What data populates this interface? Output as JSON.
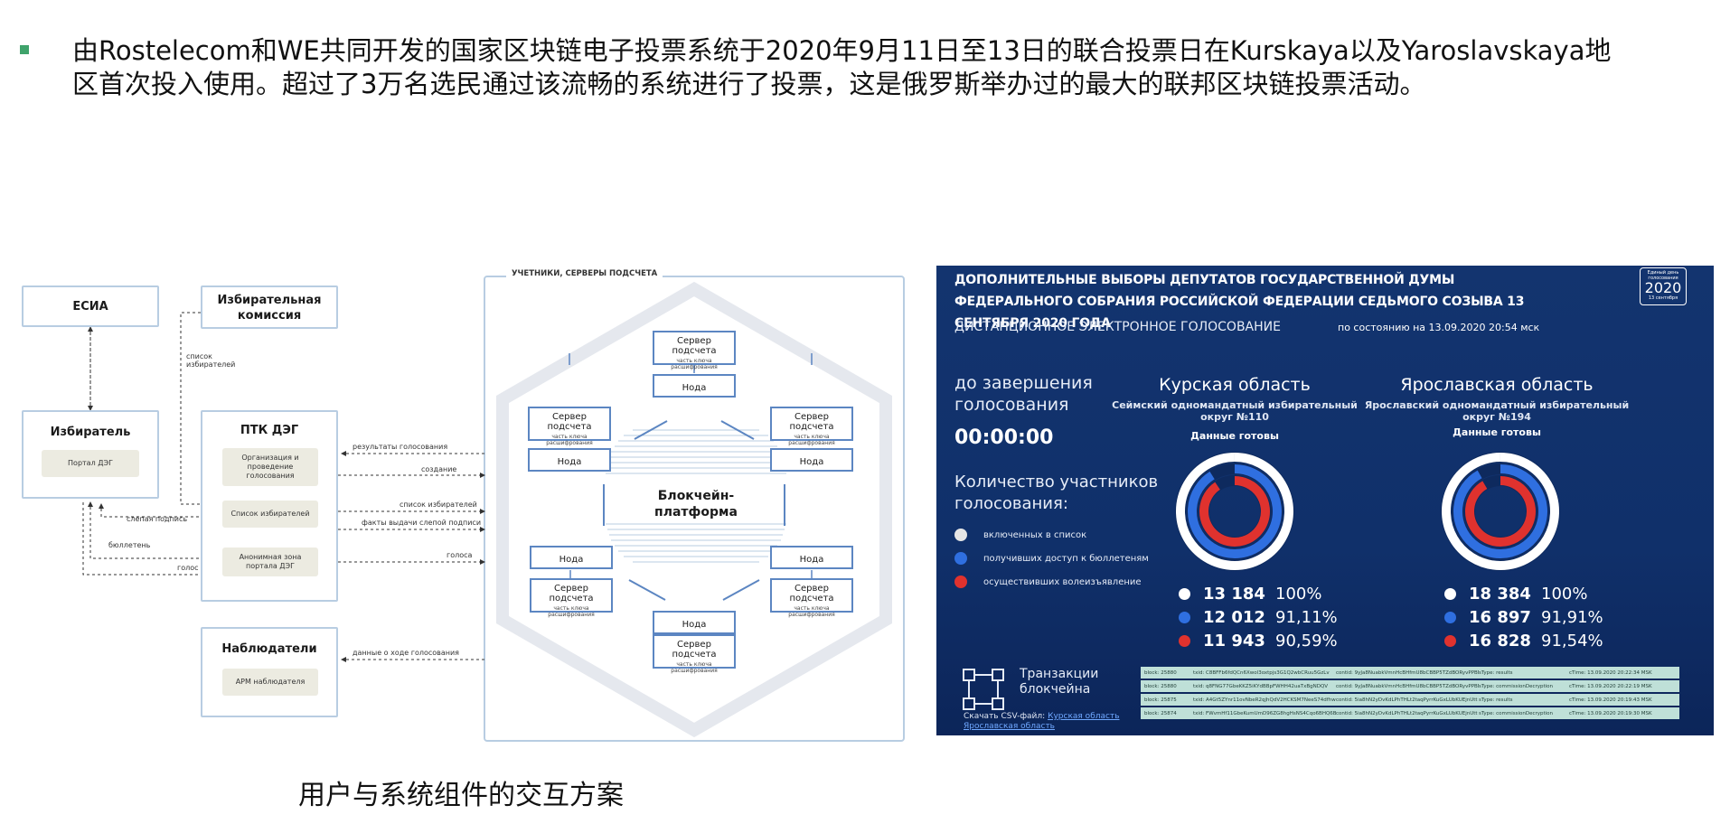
{
  "intro": {
    "text": "由Rostelecom和WE共同开发的国家区块链电子投票系统于2020年9月11日至13日的联合投票日在Kurskaya以及Yaroslavskaya地区首次投入使用。超过了3万名选民通过该流畅的系统进行了投票，这是俄罗斯举办过的最大的联邦区块链投票活动。",
    "bullet_color": "#3fa36b"
  },
  "caption": "用户与系统组件的交互方案",
  "diagram": {
    "esia": "ЕСИА",
    "commission": "Избирательная комиссия",
    "voter": {
      "title": "Избиратель",
      "portal": "Портал ДЭГ"
    },
    "ptk": {
      "title": "ПТК ДЭГ",
      "org": "Организация и проведение голосования",
      "list": "Список избирателей",
      "anon": "Анонимная зона портала ДЭГ"
    },
    "observers": {
      "title": "Наблюдатели",
      "arm": "АРМ наблюдателя"
    },
    "arrows": {
      "voter_list": "список избирателей",
      "results": "результаты голосования",
      "create": "создание",
      "list2": "список избирателей",
      "blind_sig": "слепая подпись",
      "sig_facts": "факты выдачи слепой подписи",
      "ballot": "бюллетень",
      "vote_in": "голос",
      "vote_out": "голоса",
      "progress": "данные о ходе голосования"
    },
    "panel_title": "УЧЕТНИКИ, СЕРВЕРЫ ПОДСЧЕТА",
    "server": "Сервер подсчета",
    "server_sub": "часть ключа расшифрования",
    "node": "Нода",
    "blockchain": "Блокчейн-платформа",
    "accent": "#5c86c2"
  },
  "dashboard": {
    "title": "ДОПОЛНИТЕЛЬНЫЕ ВЫБОРЫ ДЕПУТАТОВ ГОСУДАРСТВЕННОЙ ДУМЫ ФЕДЕРАЛЬНОГО СОБРАНИЯ РОССИЙСКОЙ ФЕДЕРАЦИИ СЕДЬМОГО СОЗЫВА 13 СЕНТЯБРЯ 2020 ГОДА",
    "logo": {
      "top": "Единый день голосования",
      "year": "2020",
      "bottom": "13 сентября"
    },
    "subtitle": "ДИСТАНЦИОННОЕ ЭЛЕКТРОННОЕ ГОЛОСОВАНИЕ",
    "as_of": "по состоянию на 13.09.2020 20:54 мск",
    "until_label": "до завершения голосования",
    "time_left": "00:00:00",
    "count_title": "Количество участников голосования:",
    "legend": [
      {
        "label": "включенных в список",
        "color": "#e6e6e6"
      },
      {
        "label": "получивших доступ к бюллетеням",
        "color": "#2f6fe0"
      },
      {
        "label": "осуществивших волеизъявление",
        "color": "#e0322e"
      }
    ],
    "regions": [
      {
        "name": "Курская область",
        "district": "Сеймский одномандатный избирательный округ №110",
        "ready": "Данные готовы",
        "stats": [
          {
            "num": "13 184",
            "pct": "100%",
            "value": 100
          },
          {
            "num": "12 012",
            "pct": "91,11%",
            "value": 91.11
          },
          {
            "num": "11 943",
            "pct": "90,59%",
            "value": 90.59
          }
        ]
      },
      {
        "name": "Ярославская область",
        "district": "Ярославский одномандатный избирательный округ №194",
        "ready": "Данные готовы",
        "stats": [
          {
            "num": "18 384",
            "pct": "100%",
            "value": 100
          },
          {
            "num": "16 897",
            "pct": "91,91%",
            "value": 91.91
          },
          {
            "num": "16 828",
            "pct": "91,54%",
            "value": 91.54
          }
        ]
      }
    ],
    "tx_label": "Транзакции блокчейна",
    "csv_label": "Скачать CSV-файл:",
    "csv_links": [
      "Курская область",
      "Ярославская область"
    ],
    "tx_rows": [
      {
        "block": "block: 25880",
        "txid": "txid: C8BFFb6fdQCn6Xwol3oxtpjs3G1Q2wbCRuu5GzLv",
        "contid": "contid: 9yJa8NuabkVmnHcBHfmU8bCBBP5TZdBORyvPPBNI",
        "type": "sType: results",
        "time": "cTime: 13.09.2020 20:22:34 MSK"
      },
      {
        "block": "block: 25880",
        "txid": "txid: q8FNG77GbeKKZ5iKYdBBpFWHH42uaTxBgNDQV",
        "contid": "contid: 9yJa8NuabkVmnHcBHfmU8bCBBP5TZdBORyvPPBNI",
        "type": "sType: commissionDecryption",
        "time": "cTime: 13.09.2020 20:22:19 MSK"
      },
      {
        "block": "block: 25875",
        "txid": "txid: A4Gt5ZYnr11ovNbeR2qjhQdV2HCKSM7NeeS74dfhw5LP",
        "contid": "contid: 5ia8hN2yDvKdLPhTHLt2taqPyrrKuGxLUbKUEjnUtt",
        "type": "sType: results",
        "time": "cTime: 13.09.2020 20:19:43 MSK"
      },
      {
        "block": "block: 25874",
        "txid": "txid: FWvmHf11GbeKumUmD96ZG8hgHsNS4Cqo6BHQ6BNGB",
        "contid": "contid: 5ia8hN2yDvKdLPhTHLt2taqPyrrKuGxLUbKUEjnUtt",
        "type": "sType: commissionDecryption",
        "time": "cTime: 13.09.2020 20:19:30 MSK"
      }
    ],
    "colors": {
      "bg": "#13346f",
      "white": "#ffffff",
      "blue": "#2f6fe0",
      "red": "#e0322e",
      "tx_bg": "#bfe0d8"
    }
  }
}
